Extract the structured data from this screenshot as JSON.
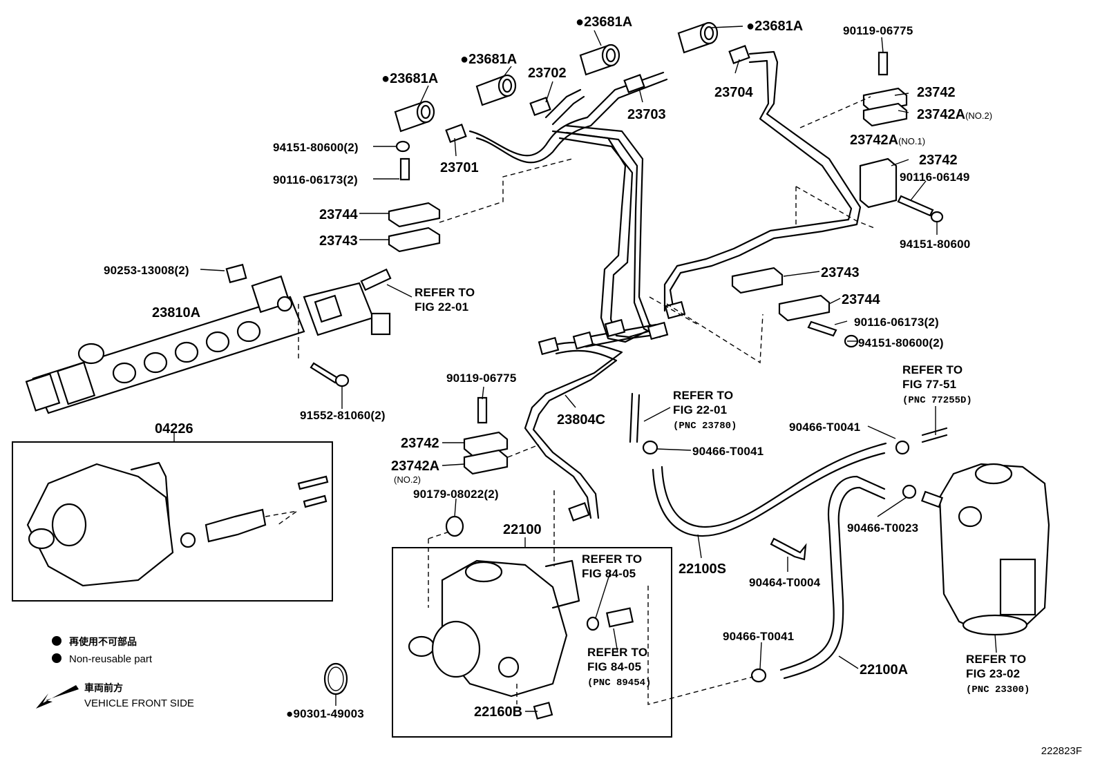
{
  "legend": {
    "non_reusable_jp": "再使用不可部品",
    "non_reusable_en": "Non-reusable part",
    "front_jp": "車両前方",
    "front_en": "VEHICLE FRONT SIDE"
  },
  "diagram_id": "222823F",
  "parts": [
    {
      "id": "p-23681a-1",
      "text": "23681A",
      "marker": true
    },
    {
      "id": "p-23681a-2",
      "text": "23681A",
      "marker": true
    },
    {
      "id": "p-23681a-3",
      "text": "23681A",
      "marker": true
    },
    {
      "id": "p-23681a-4",
      "text": "23681A",
      "marker": true
    },
    {
      "id": "p-90119-06775-a",
      "text": "90119-06775"
    },
    {
      "id": "p-23702",
      "text": "23702"
    },
    {
      "id": "p-23704",
      "text": "23704"
    },
    {
      "id": "p-23742-a",
      "text": "23742"
    },
    {
      "id": "p-23742a-no2-a",
      "text": "23742A",
      "suffix": "(NO.2)"
    },
    {
      "id": "p-23703",
      "text": "23703"
    },
    {
      "id": "p-23742a-no1",
      "text": "23742A",
      "suffix": "(NO.1)"
    },
    {
      "id": "p-23742-b",
      "text": "23742"
    },
    {
      "id": "p-94151-80600-2a",
      "text": "94151-80600(2)"
    },
    {
      "id": "p-90116-06149",
      "text": "90116-06149"
    },
    {
      "id": "p-23701",
      "text": "23701"
    },
    {
      "id": "p-90116-06173-2a",
      "text": "90116-06173(2)"
    },
    {
      "id": "p-94151-80600",
      "text": "94151-80600"
    },
    {
      "id": "p-23744-a",
      "text": "23744"
    },
    {
      "id": "p-23743-a",
      "text": "23743"
    },
    {
      "id": "p-23743-b",
      "text": "23743"
    },
    {
      "id": "p-90253-13008",
      "text": "90253-13008(2)"
    },
    {
      "id": "p-23744-b",
      "text": "23744"
    },
    {
      "id": "p-23810a",
      "text": "23810A"
    },
    {
      "id": "p-90116-06173-2b",
      "text": "90116-06173(2)"
    },
    {
      "id": "p-94151-80600-2b",
      "text": "94151-80600(2)"
    },
    {
      "id": "p-90119-06775-b",
      "text": "90119-06775"
    },
    {
      "id": "p-91552-81060",
      "text": "91552-81060(2)"
    },
    {
      "id": "p-04226",
      "text": "04226"
    },
    {
      "id": "p-23804c",
      "text": "23804C"
    },
    {
      "id": "p-23742-c",
      "text": "23742"
    },
    {
      "id": "p-23742a-no2-b",
      "text": "23742A",
      "suffix": "(NO.2)"
    },
    {
      "id": "p-90466-t0041-a",
      "text": "90466-T0041"
    },
    {
      "id": "p-90466-t0041-b",
      "text": "90466-T0041"
    },
    {
      "id": "p-90179-08022",
      "text": "90179-08022(2)"
    },
    {
      "id": "p-22100",
      "text": "22100"
    },
    {
      "id": "p-90466-t0023",
      "text": "90466-T0023"
    },
    {
      "id": "p-22100s",
      "text": "22100S"
    },
    {
      "id": "p-90464-t0004",
      "text": "90464-T0004"
    },
    {
      "id": "p-90466-t0041-c",
      "text": "90466-T0041"
    },
    {
      "id": "p-22100a",
      "text": "22100A"
    },
    {
      "id": "p-22160b",
      "text": "22160B"
    },
    {
      "id": "p-90301-49003",
      "text": "90301-49003",
      "marker": true
    }
  ],
  "refs": [
    {
      "id": "r-22-01-a",
      "line1": "REFER TO",
      "line2": "FIG 22-01",
      "line3": ""
    },
    {
      "id": "r-22-01-b",
      "line1": "REFER TO",
      "line2": "FIG 22-01",
      "line3": "(PNC 23780)"
    },
    {
      "id": "r-77-51",
      "line1": "REFER TO",
      "line2": "FIG 77-51",
      "line3": "(PNC 77255D)"
    },
    {
      "id": "r-84-05-a",
      "line1": "REFER TO",
      "line2": "FIG 84-05",
      "line3": ""
    },
    {
      "id": "r-84-05-b",
      "line1": "REFER TO",
      "line2": "FIG 84-05",
      "line3": "(PNC 89454)"
    },
    {
      "id": "r-23-02",
      "line1": "REFER TO",
      "line2": "FIG 23-02",
      "line3": "(PNC 23300)"
    }
  ]
}
